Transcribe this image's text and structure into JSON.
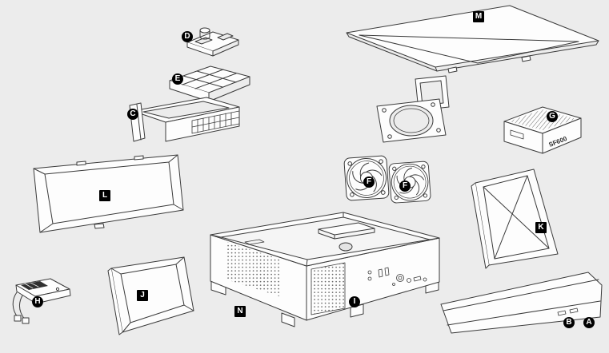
{
  "diagram": {
    "kind": "exploded-parts-diagram",
    "subject": "small-form-factor PC case exploded view",
    "background_color": "#ececec",
    "line_color": "#3a3a3a",
    "label_background": "#000000",
    "label_text_color": "#ffffff",
    "psu_model_text": "SF600",
    "labels": [
      {
        "letter": "M",
        "shape": "square",
        "part": "top-panel"
      },
      {
        "letter": "D",
        "shape": "circle",
        "part": "small-bracket"
      },
      {
        "letter": "E",
        "shape": "circle",
        "part": "accessory-tray"
      },
      {
        "letter": "C",
        "shape": "circle",
        "part": "io-bracket"
      },
      {
        "letter": "G",
        "shape": "circle",
        "part": "power-supply"
      },
      {
        "letter": "L",
        "shape": "square",
        "part": "front-panel"
      },
      {
        "letter": "F",
        "shape": "circle",
        "part": "fan-1"
      },
      {
        "letter": "F",
        "shape": "circle",
        "part": "fan-2"
      },
      {
        "letter": "K",
        "shape": "square",
        "part": "right-side-panel"
      },
      {
        "letter": "N",
        "shape": "square",
        "part": "chassis"
      },
      {
        "letter": "I",
        "shape": "circle",
        "part": "chassis-front"
      },
      {
        "letter": "J",
        "shape": "square",
        "part": "left-side-panel"
      },
      {
        "letter": "H",
        "shape": "circle",
        "part": "accessory-board"
      },
      {
        "letter": "B",
        "shape": "circle",
        "part": "bottom-cover"
      },
      {
        "letter": "A",
        "shape": "circle",
        "part": "bottom-cover"
      }
    ]
  }
}
